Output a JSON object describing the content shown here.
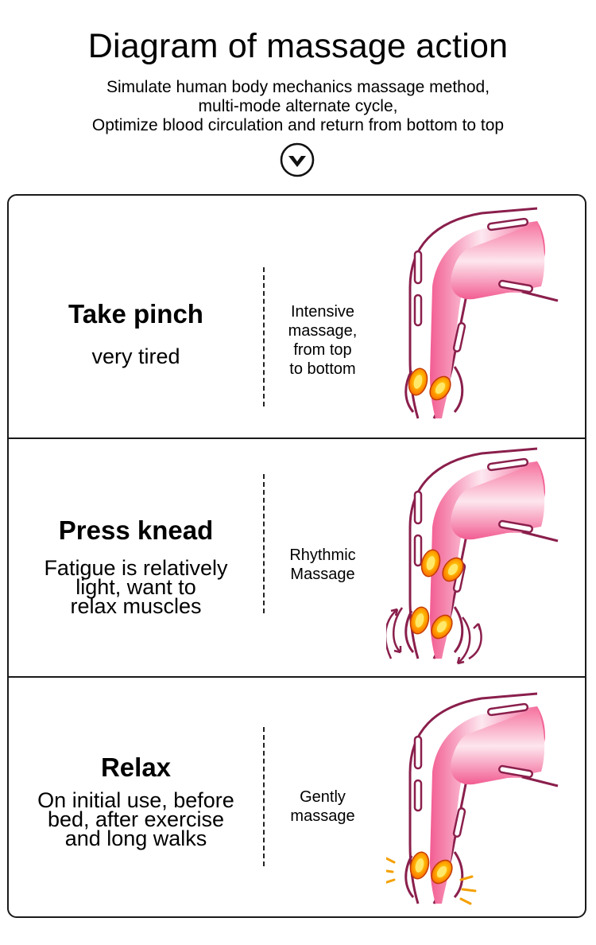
{
  "header": {
    "title": "Diagram of massage action",
    "subtitle_lines": [
      "Simulate human body mechanics massage method,",
      "multi-mode alternate cycle,",
      "Optimize blood circulation and return from bottom to top"
    ]
  },
  "icons": {
    "scroll_down": "chevron-down-circle-icon",
    "leg": "leg-illustration",
    "massage_node": "massage-node-icon",
    "motion_arrow": "curved-arrow-icon",
    "vibration": "vibration-lines-icon"
  },
  "colors": {
    "leg_outline": "#8a1f4c",
    "leg_fill": "#f06a98",
    "node_outer": "#ff8a00",
    "node_inner": "#ffd21a",
    "vibration": "#f4a000"
  },
  "modes": [
    {
      "title": "Take pinch",
      "description_lines": [
        "very tired"
      ],
      "note_lines": [
        "Intensive",
        "massage,",
        "from top",
        "to bottom"
      ]
    },
    {
      "title": "Press knead",
      "description_lines": [
        "Fatigue is relatively",
        "light, want to",
        "relax muscles"
      ],
      "note_lines": [
        "Rhythmic",
        "Massage"
      ]
    },
    {
      "title": "Relax",
      "description_lines": [
        "On initial use, before",
        "bed, after exercise",
        "and long walks"
      ],
      "note_lines": [
        "Gently",
        "massage"
      ]
    }
  ]
}
